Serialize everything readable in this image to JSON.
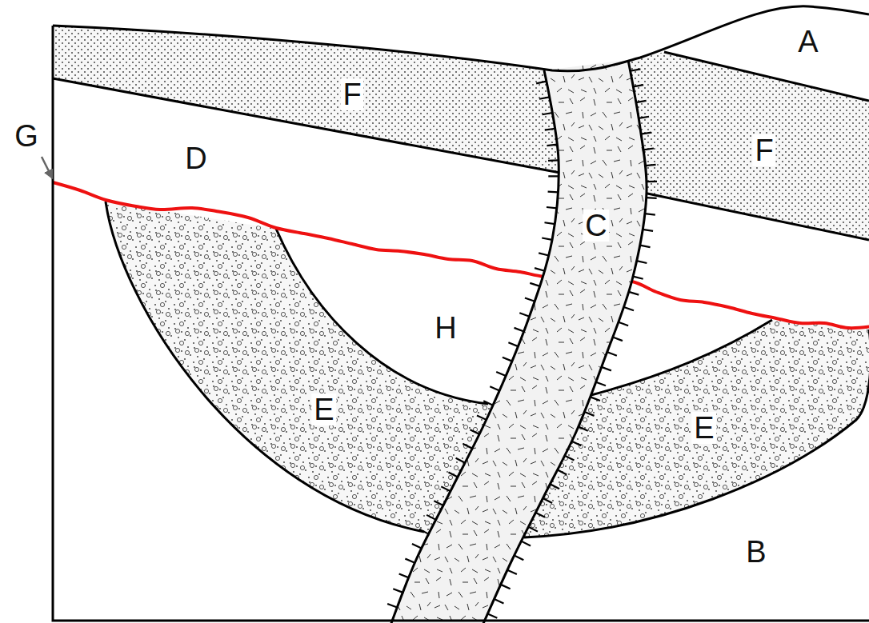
{
  "diagram": {
    "labels": [
      "A",
      "F",
      "G",
      "D",
      "F",
      "C",
      "H",
      "E",
      "E",
      "B"
    ]
  }
}
